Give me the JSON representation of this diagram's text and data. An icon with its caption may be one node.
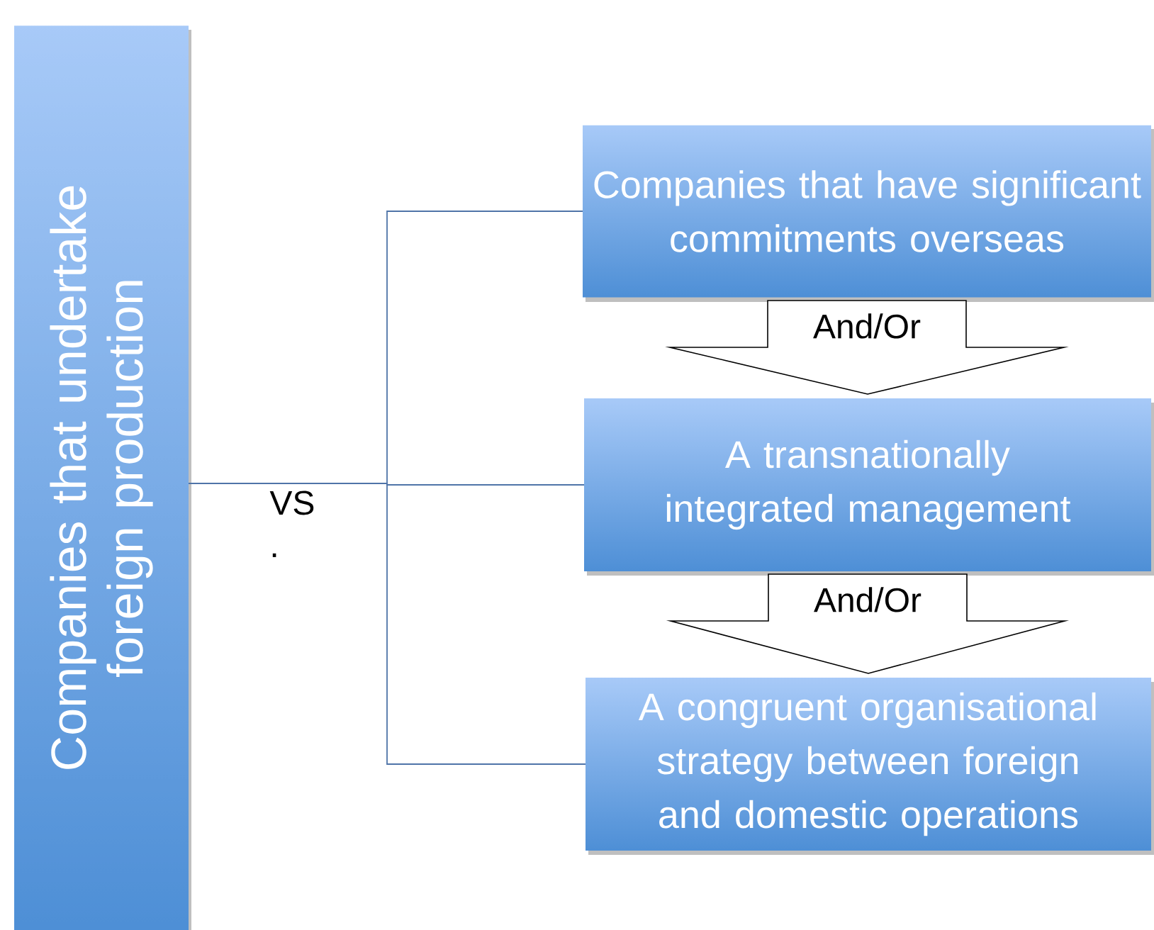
{
  "diagram": {
    "nodes": [
      {
        "text": [
          "Companies that undertake foreign production"
        ]
      },
      {
        "text": [
          "Companies that have significant commitments overseas"
        ]
      },
      {
        "text": [
          "A transnationally integrated management"
        ]
      },
      {
        "text": [
          "A congruent organisational strategy between foreign and domestic operations"
        ]
      }
    ],
    "edges": [
      {
        "from": 0,
        "to": 1,
        "arrow": "none"
      },
      {
        "from": 0,
        "to": 2,
        "arrow": "none"
      },
      {
        "from": 0,
        "to": 3,
        "arrow": "none"
      },
      {
        "from": 1,
        "to": 2,
        "arrow": "to",
        "label": "And/Or"
      },
      {
        "from": 2,
        "to": 3,
        "arrow": "to",
        "label": "And/Or"
      }
    ],
    "labels": [
      "VS ."
    ]
  }
}
